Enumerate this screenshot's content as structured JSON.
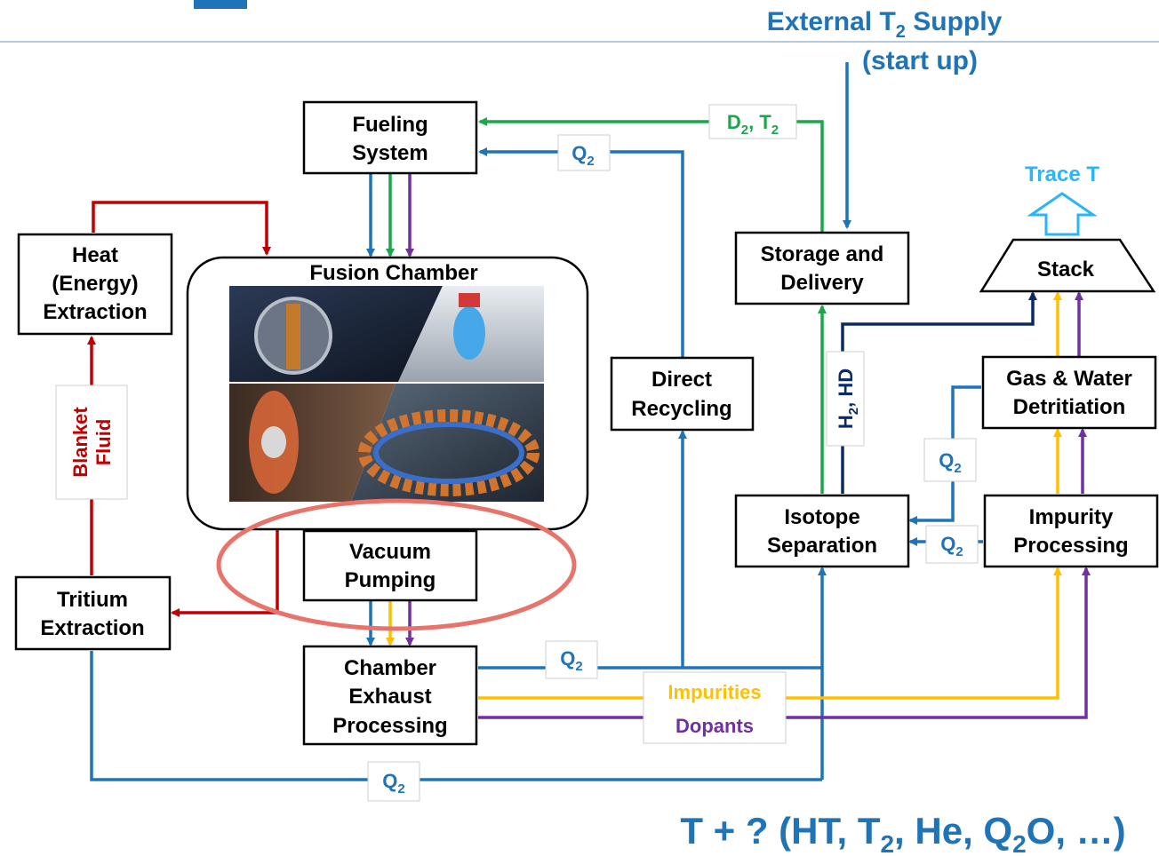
{
  "colors": {
    "q2": "#1f73b7",
    "fuel": "#1aa64a",
    "dopants": "#7030a0",
    "impurities": "#ffc000",
    "blanket": "#c00000",
    "hydrogen": "#0b2a63",
    "trace": "#29b6f6",
    "highlight": "#e8736a"
  },
  "header": {
    "external_supply_line1_main": "External T",
    "external_supply_line1_sub": "2",
    "external_supply_line1_end": " Supply",
    "external_supply_line2": "(start up)",
    "trace": "Trace T"
  },
  "boxes": {
    "fueling": [
      "Fueling",
      "System"
    ],
    "heat": [
      "Heat",
      "(Energy)",
      "Extraction"
    ],
    "fusion": "Fusion Chamber",
    "vacuum": [
      "Vacuum",
      "Pumping"
    ],
    "tritium": [
      "Tritium",
      "Extraction"
    ],
    "chamber_exhaust": [
      "Chamber",
      "Exhaust",
      "Processing"
    ],
    "direct_recycling": [
      "Direct",
      "Recycling"
    ],
    "storage": [
      "Storage and",
      "Delivery"
    ],
    "stack": "Stack",
    "gas_water": [
      "Gas & Water",
      "Detritiation"
    ],
    "isotope": [
      "Isotope",
      "Separation"
    ],
    "impurity": [
      "Impurity",
      "Processing"
    ]
  },
  "tags": {
    "d2t2": {
      "d": "D",
      "d_sub": "2",
      "sep": ", T",
      "t_sub": "2"
    },
    "q2_main": "Q",
    "q2_sub": "2",
    "h2hd": {
      "h": "H",
      "h_sub": "2",
      "rest": ", HD"
    },
    "impurities": "Impurities",
    "dopants": "Dopants",
    "blanket_line1": "Blanket",
    "blanket_line2": "Fluid"
  },
  "footer": {
    "prefix": "T + ? (HT, T",
    "sub1": "2",
    "middle": ", He, Q",
    "sub2": "2",
    "suffix": "O, …)"
  },
  "icons": [
    "fusion-device-images",
    "up-arrow-icon"
  ]
}
